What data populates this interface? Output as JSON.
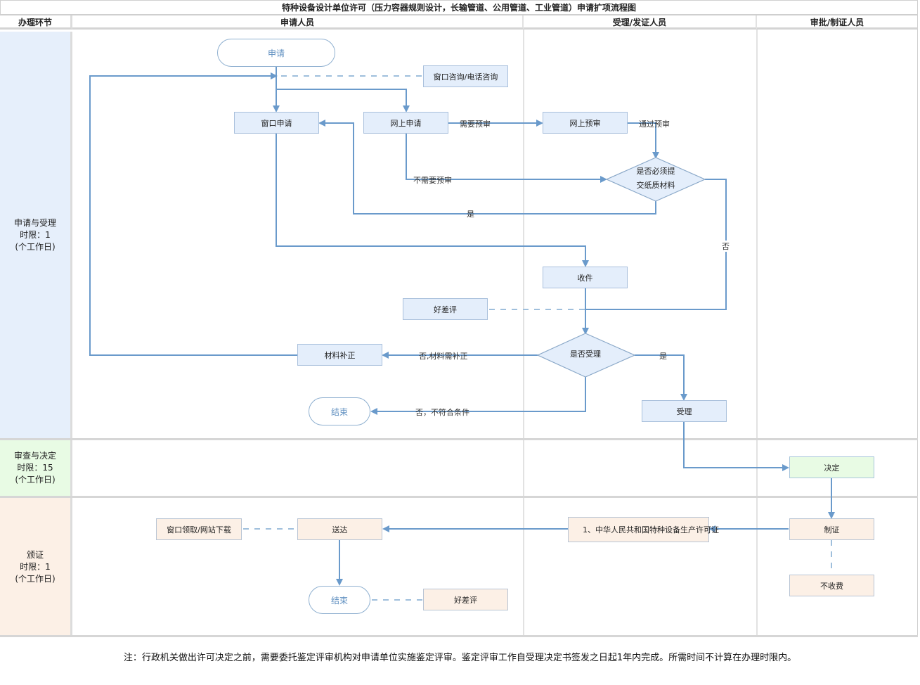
{
  "title": "特种设备设计单位许可（压力容器规则设计，长输管道、公用管道、工业管道）申请扩项流程图",
  "headers": {
    "stage": "办理环节",
    "applicant": "申请人员",
    "acceptor": "受理/发证人员",
    "approver": "审批/制证人员"
  },
  "stages": [
    {
      "name": "申请与受理",
      "limit": "时限：1",
      "unit": "(个工作日)",
      "color": "#e6effb"
    },
    {
      "name": "审查与决定",
      "limit": "时限：15",
      "unit": "(个工作日)",
      "color": "#e8fbe4"
    },
    {
      "name": "颁证",
      "limit": "时限：1",
      "unit": "(个工作日)",
      "color": "#fcf0e6"
    }
  ],
  "nodes": {
    "start": "申请",
    "consult": "窗口咨询/电话咨询",
    "window_apply": "窗口申请",
    "online_apply": "网上申请",
    "online_precheck": "网上预审",
    "paper_decision_l1": "是否必须提",
    "paper_decision_l2": "交纸质材料",
    "receive": "收件",
    "feedback1": "好差评",
    "accept_decision": "是否受理",
    "supplement": "材料补正",
    "end1": "结束",
    "accept": "受理",
    "decide": "决定",
    "make_cert": "制证",
    "no_fee": "不收费",
    "certificate": "1、中华人民共和国特种设备生产许可证",
    "deliver": "送达",
    "pickup": "窗口领取/网站下载",
    "end2": "结束",
    "feedback2": "好差评"
  },
  "edge_labels": {
    "need_precheck": "需要预审",
    "pass_precheck": "通过预审",
    "no_precheck": "不需要预审",
    "yes1": "是",
    "no1": "否",
    "no_supplement": "否,材料需补正",
    "yes2": "是",
    "no_ineligible": "否，不符合条件"
  },
  "note": "注：行政机关做出许可决定之前，需要委托鉴定评审机构对申请单位实施鉴定评审。鉴定评审工作自受理决定书签发之日起1年内完成。所需时间不计算在办理时限内。",
  "colors": {
    "line": "#6a9acb",
    "dash": "#9fbfdc"
  }
}
